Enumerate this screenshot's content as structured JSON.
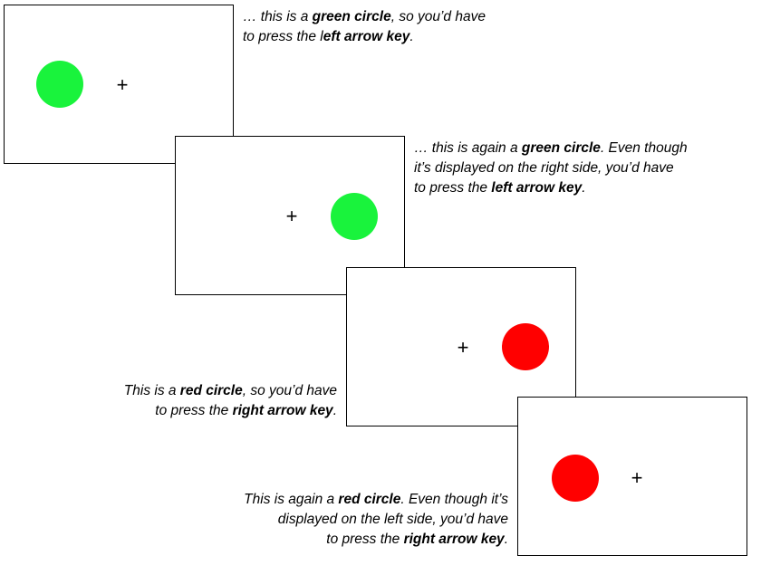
{
  "colors": {
    "green": "#19f33c",
    "red": "#ff0000"
  },
  "panels": [
    {
      "stimulus": "green circle",
      "stimulus_side": "left",
      "fixation": "+"
    },
    {
      "stimulus": "green circle",
      "stimulus_side": "right",
      "fixation": "+"
    },
    {
      "stimulus": "red circle",
      "stimulus_side": "right",
      "fixation": "+"
    },
    {
      "stimulus": "red circle",
      "stimulus_side": "left",
      "fixation": "+"
    }
  ],
  "captions": {
    "c1": {
      "l1a": "… this is a ",
      "l1b": "green circle",
      "l1c": ", so you’d have",
      "l2a": "to press the l",
      "l2b": "eft arrow key",
      "l2c": "."
    },
    "c2": {
      "l1a": "… this is again a ",
      "l1b": "green circle",
      "l1c": ". Even though",
      "l2": "it’s displayed on the right side, you’d have",
      "l3a": "to press the ",
      "l3b": "left arrow key",
      "l3c": "."
    },
    "c3": {
      "l1a": "This is a ",
      "l1b": "red circle",
      "l1c": ", so you’d have",
      "l2a": "to press the ",
      "l2b": "right arrow key",
      "l2c": "."
    },
    "c4": {
      "l1a": "This is again a ",
      "l1b": "red circle",
      "l1c": ". Even though it’s",
      "l2": "displayed on the left side, you’d have",
      "l3a": "to press the ",
      "l3b": "right arrow key",
      "l3c": "."
    }
  }
}
